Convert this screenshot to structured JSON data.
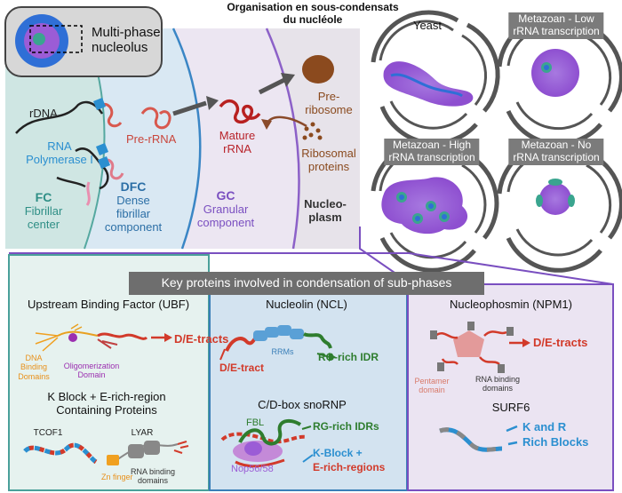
{
  "top_title": [
    "Organisation en sous-condensats",
    "du nucléole"
  ],
  "inset_label": [
    "Multi-phase",
    "nucleolus"
  ],
  "phases": {
    "rdna": "rDNA",
    "rnapol": [
      "RNA",
      "Polymerase I"
    ],
    "fc_abbr": "FC",
    "fc_name": [
      "Fibrillar",
      "center"
    ],
    "prerrna": "Pre-rRNA",
    "dfc_abbr": "DFC",
    "dfc_name": [
      "Dense",
      "fibrillar",
      "component"
    ],
    "mature": [
      "Mature",
      "rRNA"
    ],
    "gc_abbr": "GC",
    "gc_name": [
      "Granular",
      "component"
    ],
    "preribo": [
      "Pre-",
      "ribosome"
    ],
    "riboprot": [
      "Ribosomal",
      "proteins"
    ],
    "nucleoplasm": [
      "Nucleo-",
      "plasm"
    ]
  },
  "organisms": {
    "yeast": "Yeast",
    "low": [
      "Metazoan - Low",
      "rRNA transcription"
    ],
    "high": [
      "Metazoan - High",
      "rRNA transcription"
    ],
    "no": [
      "Metazoan - No",
      "rRNA transcription"
    ]
  },
  "key_banner": "Key proteins involved in condensation of sub-phases",
  "ubf": {
    "title": "Upstream Binding Factor (UBF)",
    "dna_binding": [
      "DNA",
      "Binding",
      "Domains"
    ],
    "oligo": [
      "Oligomerization",
      "Domain"
    ],
    "detracts": "D/E-tracts",
    "kblock": [
      "K Block + E-rich-region",
      "Containing Proteins"
    ],
    "tcof1": "TCOF1",
    "lyar": "LYAR",
    "zn": "Zn finger",
    "rna_bd": [
      "RNA binding",
      "domains"
    ]
  },
  "ncl": {
    "title": "Nucleolin (NCL)",
    "rrms": "RRMs",
    "detract": "D/E-tract",
    "rgidr": "RG-rich IDR",
    "snornp": "C/D-box snoRNP",
    "fbl": "FBL",
    "rgidrs": "RG-rich IDRs",
    "nop": "Nop56/58",
    "kblock": "K-Block +",
    "erich": "E-rich-regions"
  },
  "npm": {
    "title": "Nucleophosmin (NPM1)",
    "pentamer": [
      "Pentamer",
      "domain"
    ],
    "detracts": "D/E-tracts",
    "rna_bd": [
      "RNA binding",
      "domains"
    ],
    "surf6": "SURF6",
    "kandr": "K and R",
    "rich": "Rich Blocks"
  },
  "colors": {
    "fc": "#4aa09a",
    "dfc": "#3a7fb8",
    "gc": "#b23a4a",
    "purple": "#7a4fc0",
    "red": "#d23a2a",
    "blue": "#2b8fd0",
    "green": "#2e7d2e",
    "nucleolus": "#9b5cd6"
  }
}
